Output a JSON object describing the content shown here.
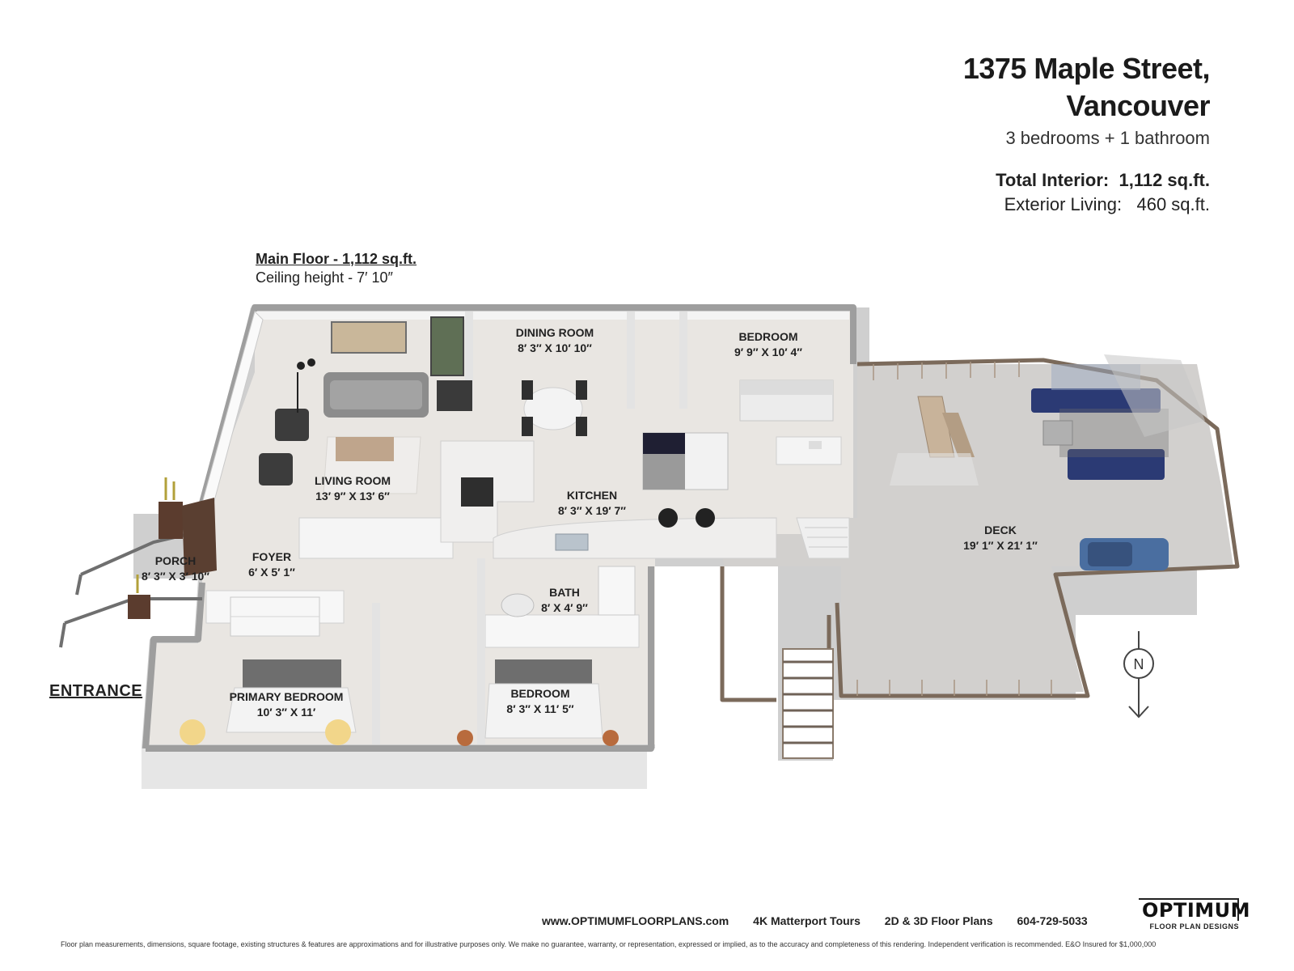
{
  "header": {
    "address_line1": "1375 Maple Street,",
    "address_line2": "Vancouver",
    "subtitle": "3 bedrooms + 1 bathroom",
    "total_interior_label": "Total Interior:",
    "total_interior_value": "1,112 sq.ft.",
    "exterior_label": "Exterior Living:",
    "exterior_value": "460 sq.ft."
  },
  "floor": {
    "title": "Main Floor - 1,112 sq.ft.",
    "ceiling": "Ceiling height - 7′ 10″"
  },
  "entrance": "ENTRANCE",
  "north": "N",
  "rooms": [
    {
      "name": "DINING ROOM",
      "dims": "8′ 3″ X 10′ 10″"
    },
    {
      "name": "BEDROOM",
      "dims": "9′ 9″ X 10′ 4″"
    },
    {
      "name": "LIVING ROOM",
      "dims": "13′ 9″ X 13′ 6″"
    },
    {
      "name": "KITCHEN",
      "dims": "8′ 3″ X 19′ 7″"
    },
    {
      "name": "DECK",
      "dims": "19′ 1″ X 21′ 1″"
    },
    {
      "name": "PORCH",
      "dims": "8′ 3″ X 3′ 10″"
    },
    {
      "name": "FOYER",
      "dims": "6′ X 5′ 1″"
    },
    {
      "name": "BATH",
      "dims": "8′ X 4′ 9″"
    },
    {
      "name": "PRIMARY BEDROOM",
      "dims": "10′ 3″ X 11′"
    },
    {
      "name": "BEDROOM",
      "dims": "8′ 3″ X 11′ 5″"
    }
  ],
  "footer": {
    "website": "www.OPTIMUMFLOORPLANS.com",
    "tours": "4K Matterport Tours",
    "plans": "2D & 3D Floor Plans",
    "phone": "604-729-5033",
    "disclaimer": "Floor plan measurements, dimensions, square footage, existing structures & features are approximations and for illustrative purposes only. We make no guarantee, warranty, or representation, expressed or implied, as to the accuracy and completeness of this rendering. Independent verification is recommended. E&O Insured for $1,000,000"
  },
  "logo": {
    "name": "OPTIMUM",
    "tagline": "FLOOR PLAN DESIGNS"
  }
}
